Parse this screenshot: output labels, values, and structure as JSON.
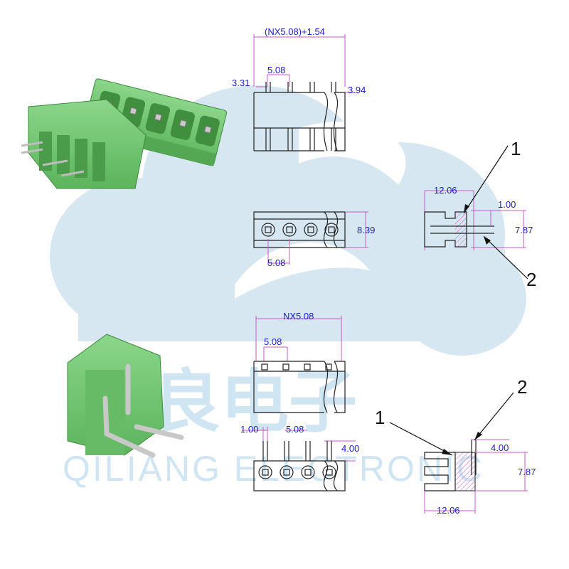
{
  "watermark": {
    "brand_cn": "吉良电子",
    "brand_en": "QILIANG ELECTRONIC",
    "color": "#a8d0e8"
  },
  "product_color": "#7ecb7e",
  "dimension_color": "#1e1ec8",
  "leader_color": "#c85ac8",
  "straight_header": {
    "top_view": {
      "overall_width": "(NX5.08)+1.54",
      "pitch": "5.08",
      "left_offset": "3.31",
      "right_offset": "3.94"
    },
    "front_view": {
      "height": "8.39",
      "pitch": "5.08"
    },
    "side_view": {
      "length": "12.06",
      "pin_thickness": "1.00",
      "height": "7.87",
      "callout_1": "1",
      "callout_2": "2"
    }
  },
  "right_angle_header": {
    "top_view": {
      "overall_width": "NX5.08",
      "pitch": "5.08"
    },
    "front_view": {
      "left_offset": "1.00",
      "pitch": "5.08",
      "pin_length": "4.00"
    },
    "side_view": {
      "pin_length": "4.00",
      "height": "7.87",
      "length": "12.06",
      "callout_1": "1",
      "callout_2": "2"
    }
  }
}
